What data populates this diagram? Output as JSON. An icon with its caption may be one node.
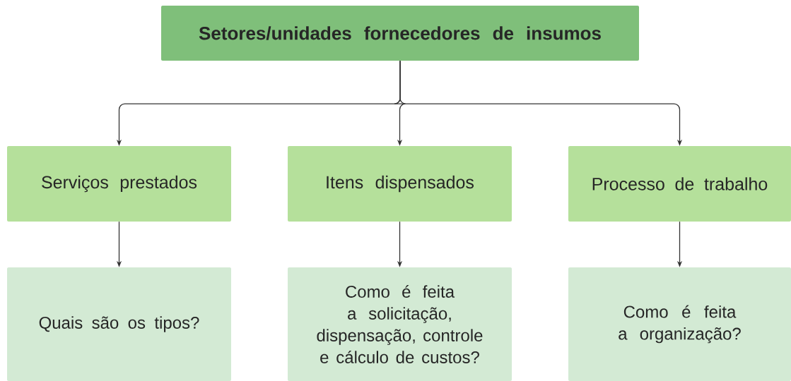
{
  "diagram": {
    "nodes": [
      {
        "text": [
          "Setores/unidades fornecedores de insumos"
        ]
      },
      {
        "text": [
          "Serviços prestados"
        ]
      },
      {
        "text": [
          "Itens dispensados"
        ]
      },
      {
        "text": [
          "Processo de trabalho"
        ]
      },
      {
        "text": [
          "Quais são os tipos?"
        ]
      },
      {
        "text": [
          "Como é feita a solicitação, dispensação, controle e cálculo de custos?"
        ]
      },
      {
        "text": [
          "Como é feita a organização?"
        ]
      }
    ],
    "edges": [
      {
        "from": 0,
        "to": 1,
        "arrow": "to"
      },
      {
        "from": 0,
        "to": 2,
        "arrow": "to"
      },
      {
        "from": 0,
        "to": 3,
        "arrow": "to"
      },
      {
        "from": 1,
        "to": 4,
        "arrow": "to"
      },
      {
        "from": 2,
        "to": 5,
        "arrow": "to"
      },
      {
        "from": 3,
        "to": 6,
        "arrow": "to"
      }
    ]
  }
}
